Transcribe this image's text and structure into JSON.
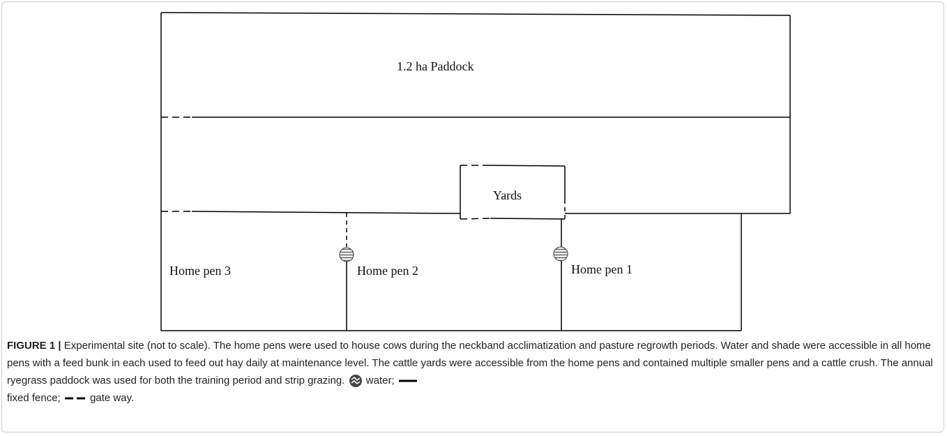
{
  "diagram": {
    "labels": {
      "paddock": "1.2 ha Paddock",
      "yards": "Yards",
      "home_pen_3": "Home pen 3",
      "home_pen_2": "Home pen 2",
      "home_pen_1": "Home pen 1"
    },
    "colors": {
      "line": "#000000",
      "water_fill": "#555555"
    }
  },
  "caption": {
    "figure_label": "FIGURE 1 |",
    "text": "Experimental site (not to scale). The home pens were used to house cows during the neckband acclimatization and pasture regrowth periods. Water and shade were accessible in all home pens with a feed bunk in each used to feed out hay daily at maintenance level. The cattle yards were accessible from the home pens and contained multiple smaller pens and a cattle crush. The annual ryegrass paddock was used for both the training period and strip grazing.",
    "legend": {
      "water": "water;",
      "fixed_fence": "fixed fence;",
      "gate_way": "gate way."
    }
  }
}
